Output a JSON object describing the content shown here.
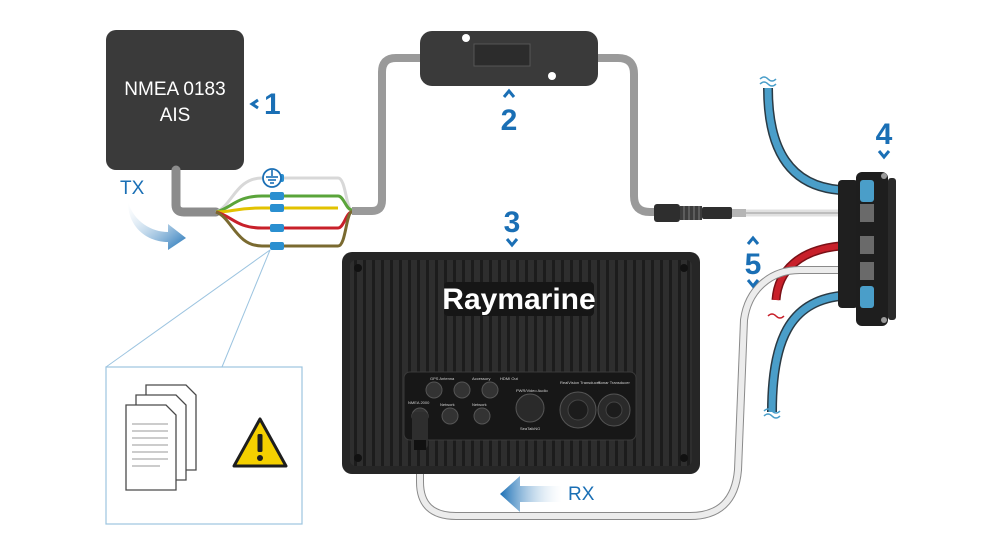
{
  "colors": {
    "callout_blue": "#1a6fb5",
    "device_dark": "#3a3a3a",
    "display_dark": "#2c2c2c",
    "cable_grey": "#9a9a9a",
    "cable_blue": "#4a9ec9",
    "cable_red": "#c8202a",
    "wire_green": "#5aa43a",
    "wire_yellow": "#e2c200",
    "wire_white": "#e8e8e8",
    "warning_yellow": "#f5d000"
  },
  "nmea_device": {
    "line1": "NMEA 0183",
    "line2": "AIS"
  },
  "display": {
    "brand": "Raymarine"
  },
  "flow": {
    "tx": "TX",
    "rx": "RX"
  },
  "callouts": [
    "1",
    "2",
    "3",
    "4",
    "5"
  ],
  "port_labels": {
    "gps_antenna": "GPS Antenna",
    "accessory": "Accessory",
    "hdmi_out": "HDMI Out",
    "power_video_audio": "PWR/Video Audio",
    "network_1": "Network",
    "network_2": "Network",
    "nmea_2000": "NMEA 2000",
    "seatalkng": "SeaTalkNG",
    "transducer_1": "RealVision Transducer",
    "transducer_2": "Sonar Transducer"
  },
  "icons": [
    "ground-icon",
    "document-stack-icon",
    "warning-icon",
    "flow-arrow-icon"
  ]
}
